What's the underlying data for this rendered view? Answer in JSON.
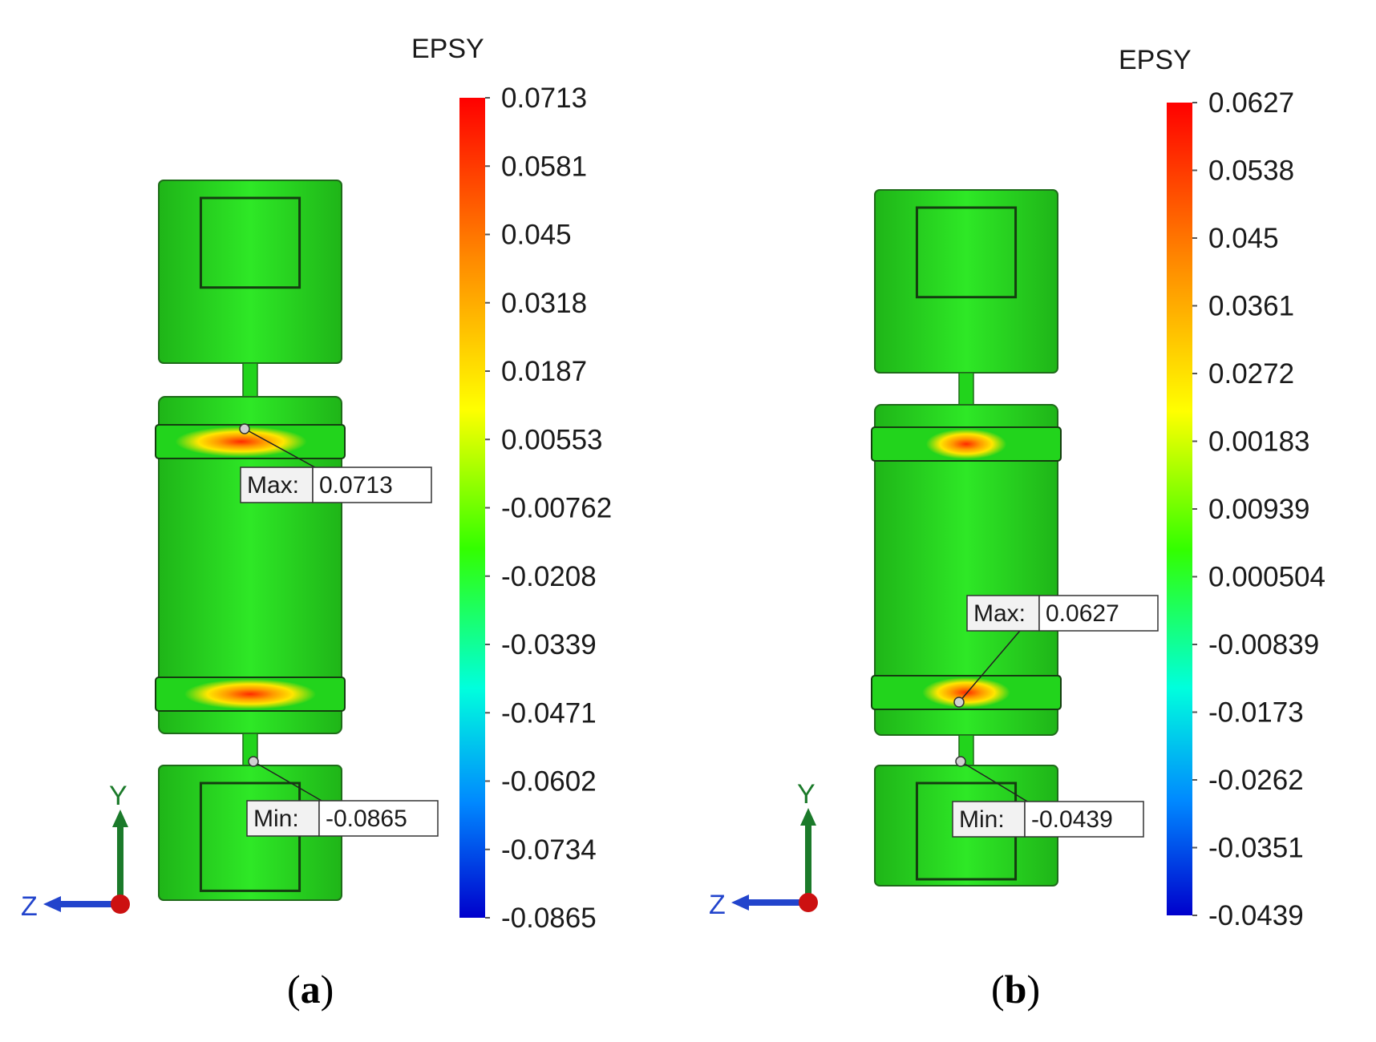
{
  "figure": {
    "panels": [
      {
        "id": "a",
        "caption_letter": "a",
        "legend": {
          "title": "EPSY",
          "ticks": [
            "0.0713",
            "0.0581",
            "0.045",
            "0.0318",
            "0.0187",
            "0.00553",
            "-0.00762",
            "-0.0208",
            "-0.0339",
            "-0.0471",
            "-0.0602",
            "-0.0734",
            "-0.0865"
          ]
        },
        "max_probe": {
          "label": "Max:",
          "value": "0.0713"
        },
        "min_probe": {
          "label": "Min:",
          "value": "-0.0865"
        },
        "axes": {
          "y": "Y",
          "z": "Z"
        }
      },
      {
        "id": "b",
        "caption_letter": "b",
        "legend": {
          "title": "EPSY",
          "ticks": [
            "0.0627",
            "0.0538",
            "0.045",
            "0.0361",
            "0.0272",
            "0.00183",
            "0.00939",
            "0.000504",
            "-0.00839",
            "-0.0173",
            "-0.0262",
            "-0.0351",
            "-0.0439"
          ]
        },
        "max_probe": {
          "label": "Max:",
          "value": "0.0627"
        },
        "min_probe": {
          "label": "Min:",
          "value": "-0.0439"
        },
        "axes": {
          "y": "Y",
          "z": "Z"
        }
      }
    ],
    "colors": {
      "part_green": "#22d41c",
      "part_edge": "#1f6b1a",
      "hot_red": "#ff2a00",
      "hot_orange": "#ff9a00",
      "hot_yellow": "#ffe600",
      "y_axis_arrow": "#1b7a2a",
      "z_axis_arrow": "#2244cc",
      "origin_dot": "#cc1111"
    }
  }
}
